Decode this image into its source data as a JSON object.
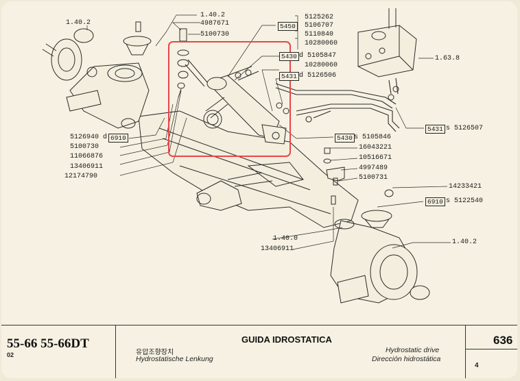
{
  "callouts": {
    "l140_2_tl": "1.40.2",
    "l140_2_top": "1.40.2",
    "l4987671": "4987671",
    "l5100730_top": "5100730",
    "box5450": "5450",
    "l5125262": "5125262",
    "l5106707": "5106707",
    "l5110840": "5110840",
    "l10280060_a": "10280060",
    "box5430_a": "5430",
    "l5105847": "d 5105847",
    "l10280060_b": "10280060",
    "box5431_a": "5431",
    "l5126506": "d 5126506",
    "l1_63_8": "1.63.8",
    "box5431_b": "5431",
    "l5126507": "s 5126507",
    "l5126940": "5126940 d",
    "box6910_a": "6910",
    "l5100730": "5100730",
    "l11066876": "11066876",
    "l13406911_a": "13406911",
    "l12174790": "12174790",
    "box5430_b": "5430",
    "l5105846": "s 5105846",
    "l16043221": "16043221",
    "l10516671": "10516671",
    "l4997489": "4997489",
    "l5100731": "5100731",
    "l14233421": "14233421",
    "box6910_b": "6910",
    "l5122540": "s 5122540",
    "l1_40_0": "1.40.0",
    "l13406911_b": "13406911",
    "l1_40_2_r": "1.40.2"
  },
  "footer": {
    "model": "55-66  55-66DT",
    "model_code": "02",
    "title": "GUIDA IDROSTATICA",
    "title_ko": "유압조향장치",
    "title_de": "Hydrostatische Lenkung",
    "title_en": "Hydrostatic drive",
    "title_es": "Dirección hidrostática",
    "page": "636",
    "sheet": "4"
  }
}
